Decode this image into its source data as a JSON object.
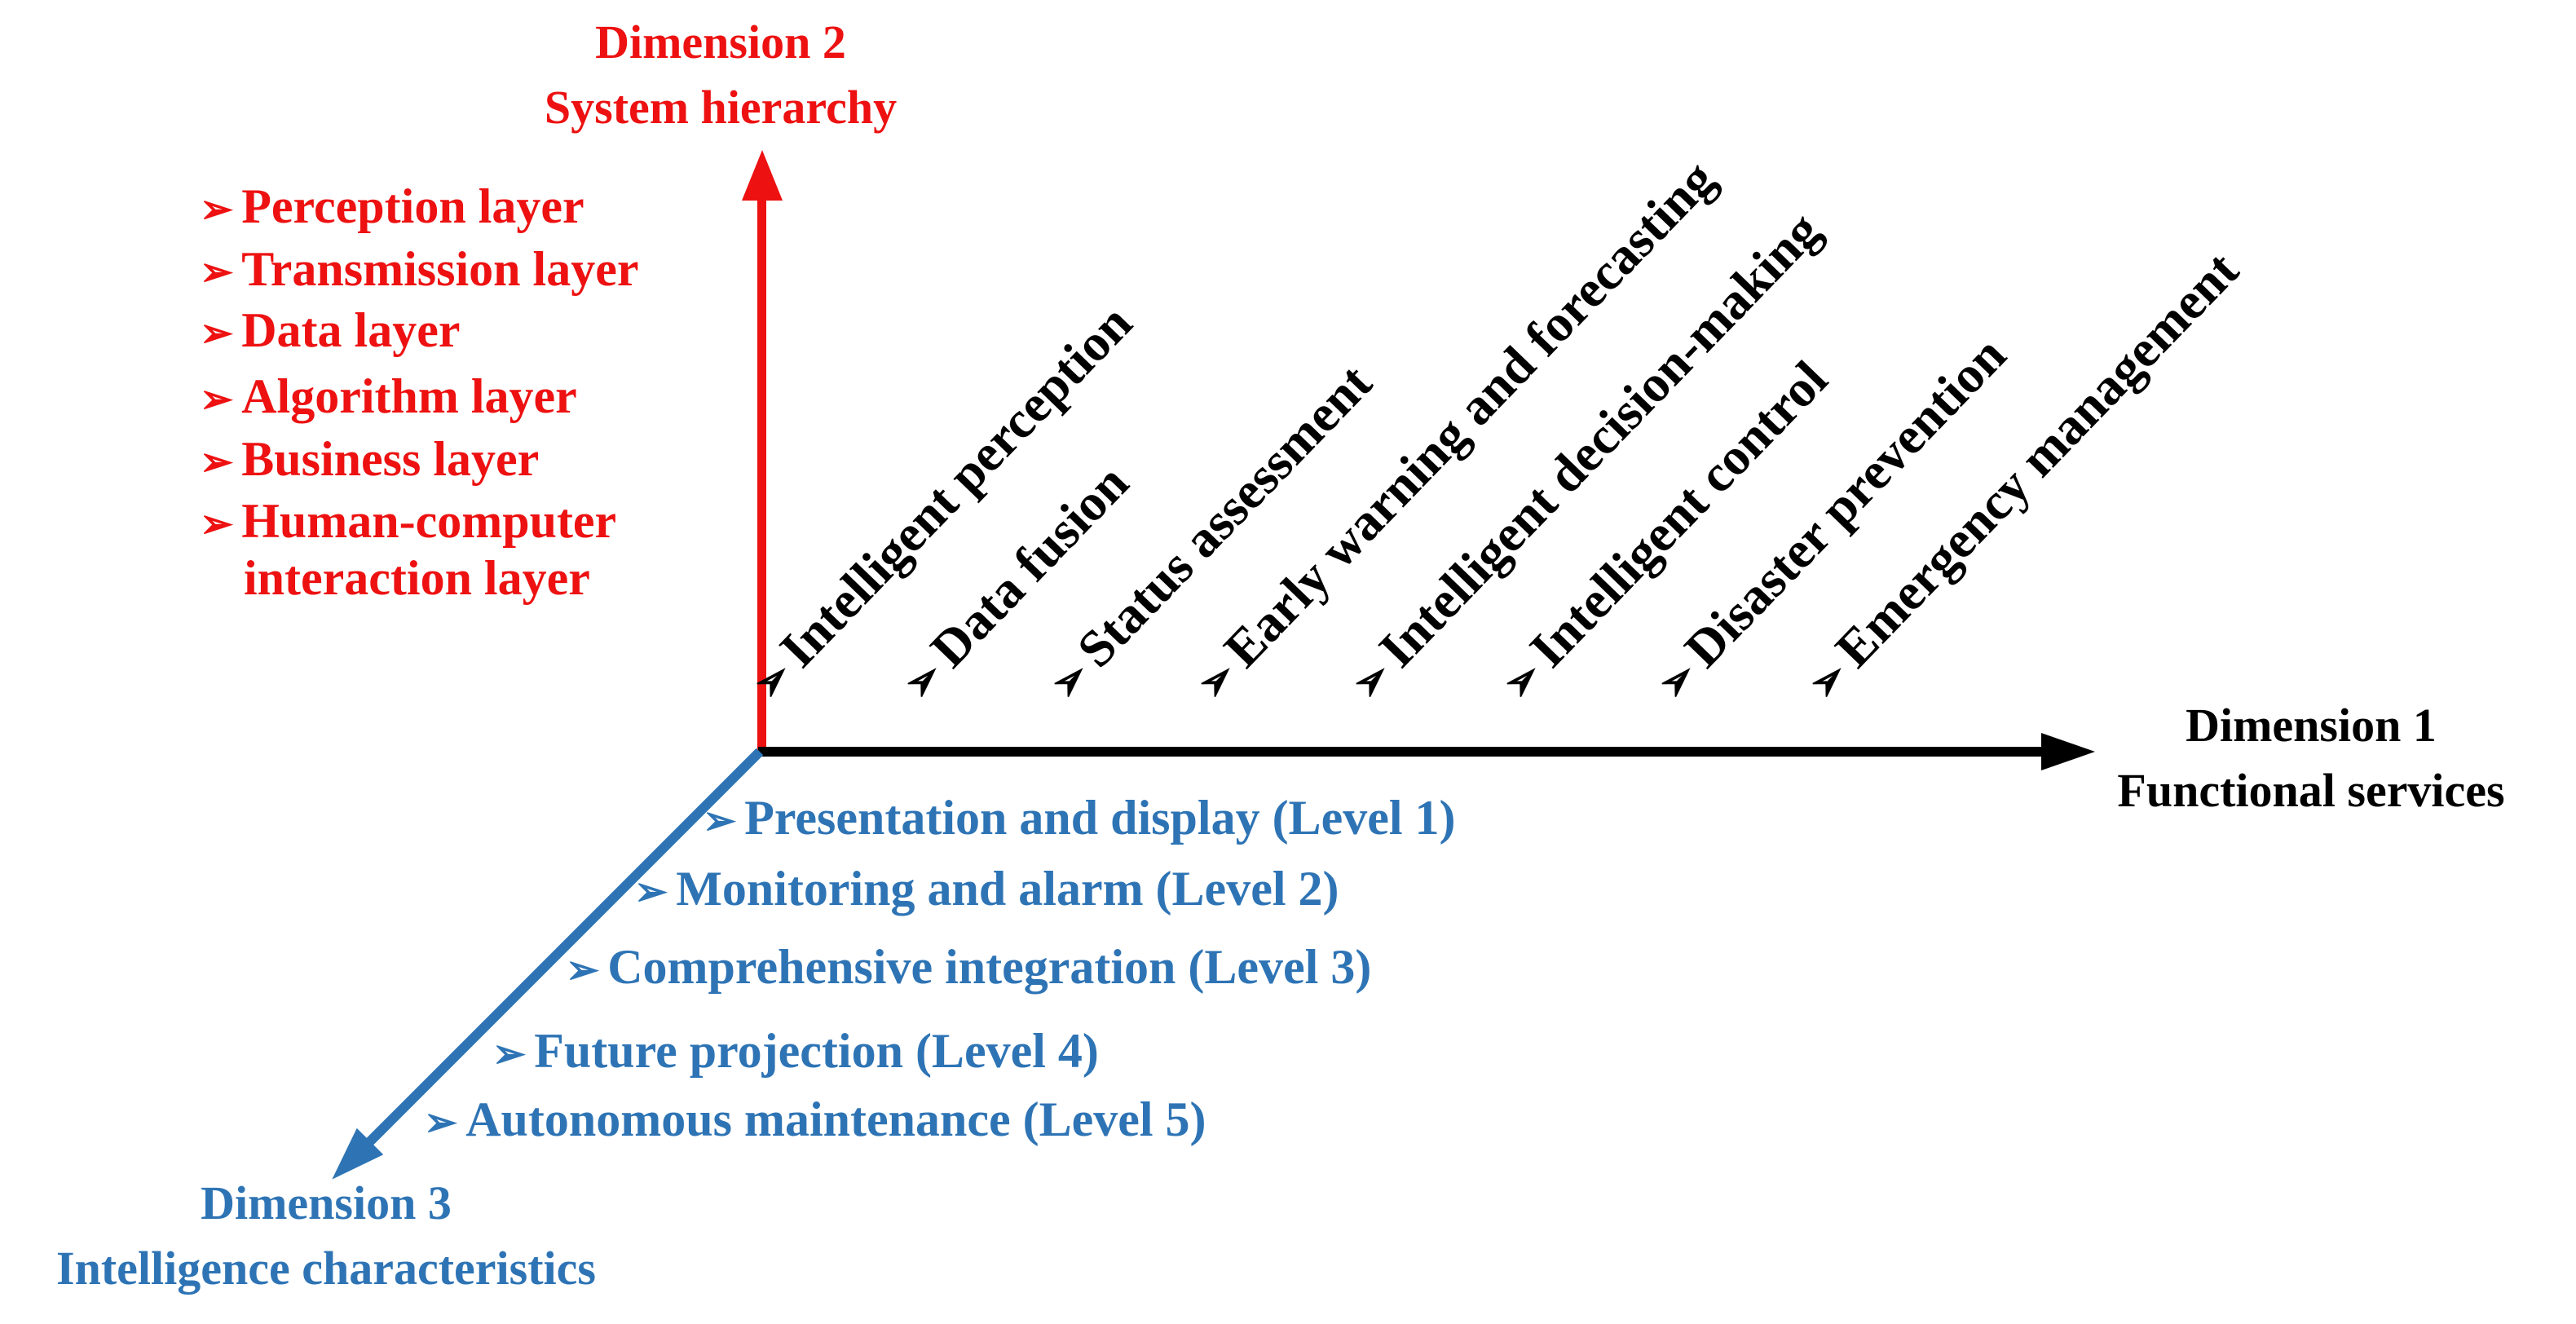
{
  "figure": {
    "background_color": "#ffffff",
    "bullet_glyph": "➢"
  },
  "dimension1": {
    "title_line1": "Dimension 1",
    "title_line2": "Functional services",
    "color": "#000000",
    "items": [
      "Intelligent perception",
      "Data fusion",
      "Status assessment",
      "Early warning and forecasting",
      "Intelligent decision-making",
      "Intelligent control",
      "Disaster prevention",
      "Emergency management"
    ]
  },
  "dimension2": {
    "title_line1": "Dimension 2",
    "title_line2": "System hierarchy",
    "color": "#ed1111",
    "items": [
      "Perception layer",
      "Transmission layer",
      "Data layer",
      "Algorithm layer",
      "Business layer",
      "Human-computer interaction layer"
    ]
  },
  "dimension3": {
    "title_line1": "Dimension 3",
    "title_line2": "Intelligence characteristics",
    "color": "#2e74b5",
    "items": [
      "Presentation and display (Level 1)",
      "Monitoring and alarm (Level 2)",
      "Comprehensive integration (Level 3)",
      "Future projection (Level 4)",
      "Autonomous maintenance (Level 5)"
    ]
  }
}
